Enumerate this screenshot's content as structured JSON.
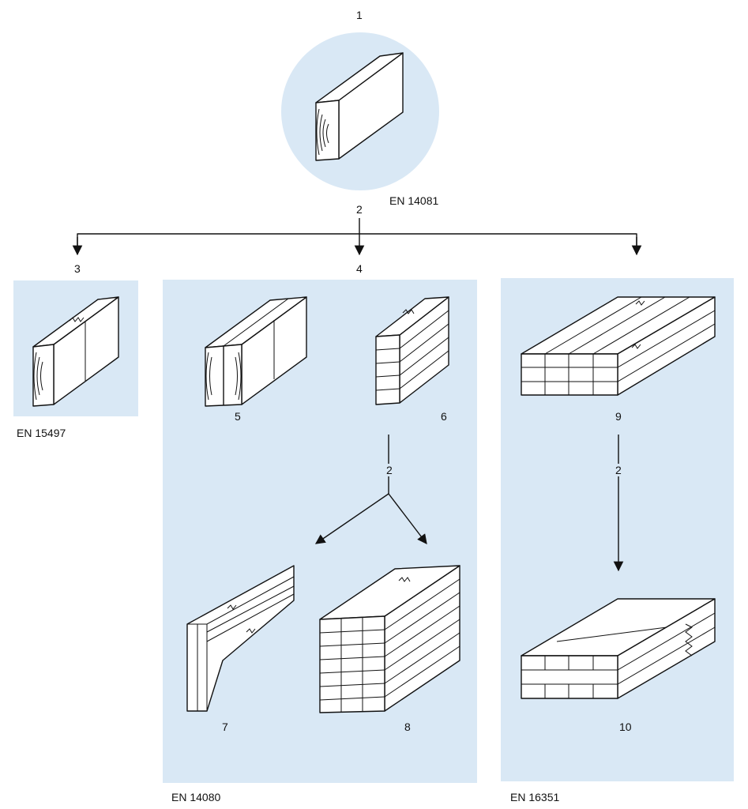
{
  "labels": {
    "n1": "1",
    "n2_top": "2",
    "n3": "3",
    "n4": "4",
    "n5": "5",
    "n6": "6",
    "n2_mid": "2",
    "n7": "7",
    "n8": "8",
    "n9": "9",
    "n2_right": "2",
    "n10": "10"
  },
  "standards": {
    "top": "EN 14081",
    "left": "EN 15497",
    "middle": "EN 14080",
    "right": "EN 16351"
  },
  "colors": {
    "panel": "#d9e8f5",
    "line": "#111111"
  }
}
